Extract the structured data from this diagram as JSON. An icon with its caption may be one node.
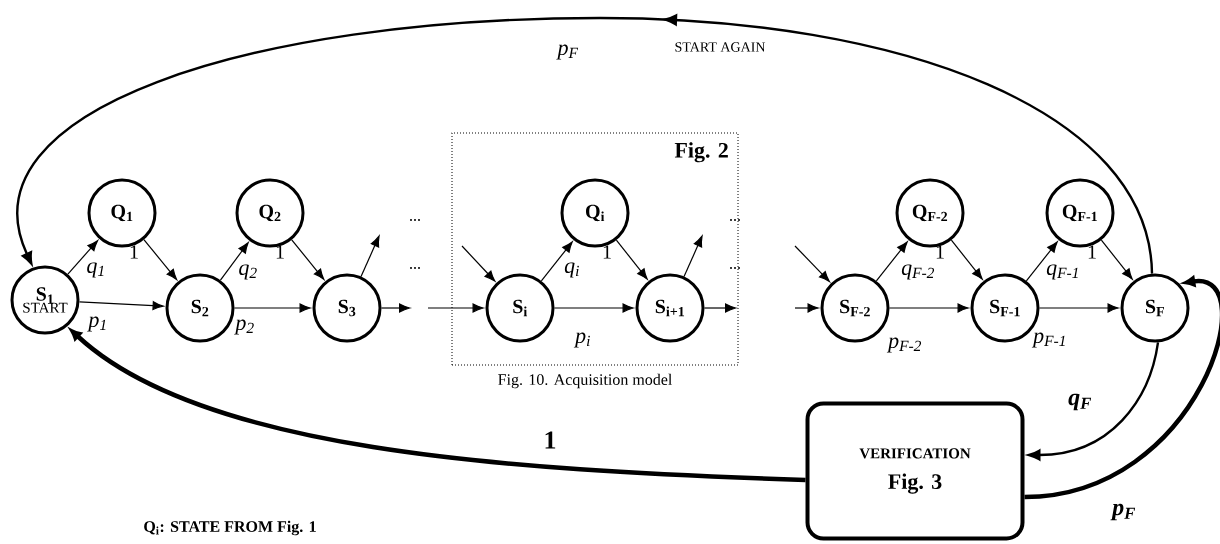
{
  "diagram": {
    "caption": "Fig. 10. Acquisition model",
    "nodes": [
      {
        "text": [
          "S$_{1}$",
          "START"
        ]
      },
      {
        "text": [
          "Q$_{1}$"
        ]
      },
      {
        "text": [
          "S$_{2}$"
        ]
      },
      {
        "text": [
          "Q$_{2}$"
        ]
      },
      {
        "text": [
          "S$_{3}$"
        ]
      },
      {
        "text": [
          "Fig. 2"
        ]
      },
      {
        "text": [
          "S$_{i}$"
        ],
        "in": 5
      },
      {
        "text": [
          "Q$_{i}$"
        ],
        "in": 5
      },
      {
        "text": [
          "S$_{i+1}$"
        ],
        "in": 5
      },
      {
        "text": [
          "S$_{F-2}$"
        ]
      },
      {
        "text": [
          "Q$_{F-2}$"
        ]
      },
      {
        "text": [
          "S$_{F-1}$"
        ]
      },
      {
        "text": [
          "Q$_{F-1}$"
        ]
      },
      {
        "text": [
          "S$_{F}$"
        ]
      },
      {
        "text": [
          "VERIFICATION",
          "Fig. 3"
        ]
      }
    ],
    "edges": [
      {
        "from": 0,
        "to": 1,
        "arrow": "to",
        "label": "q$_{1}$"
      },
      {
        "from": 1,
        "to": 2,
        "arrow": "to",
        "label": "1"
      },
      {
        "from": 0,
        "to": 2,
        "arrow": "to",
        "label": "p$_{1}$"
      },
      {
        "from": 2,
        "to": 3,
        "arrow": "to",
        "label": "q$_{2}$"
      },
      {
        "from": 3,
        "to": 4,
        "arrow": "to",
        "label": "1"
      },
      {
        "from": 2,
        "to": 4,
        "arrow": "to",
        "label": "p$_{2}$"
      },
      {
        "from": 4,
        "to": null,
        "arrow": "to"
      },
      {
        "from": 4,
        "to": null,
        "arrow": "to"
      },
      {
        "from": null,
        "to": 6,
        "arrow": "to"
      },
      {
        "from": null,
        "to": 6,
        "arrow": "to"
      },
      {
        "from": 6,
        "to": 7,
        "arrow": "to",
        "label": "q$_{i}$"
      },
      {
        "from": 7,
        "to": 8,
        "arrow": "to",
        "label": "1"
      },
      {
        "from": 6,
        "to": 8,
        "arrow": "to",
        "label": "p$_{i}$"
      },
      {
        "from": 8,
        "to": null,
        "arrow": "to"
      },
      {
        "from": 8,
        "to": null,
        "arrow": "to"
      },
      {
        "from": null,
        "to": 9,
        "arrow": "to"
      },
      {
        "from": null,
        "to": 9,
        "arrow": "to"
      },
      {
        "from": 9,
        "to": 10,
        "arrow": "to",
        "label": "q$_{F-2}$"
      },
      {
        "from": 10,
        "to": 11,
        "arrow": "to",
        "label": "1"
      },
      {
        "from": 9,
        "to": 11,
        "arrow": "to",
        "label": "p$_{F-2}$"
      },
      {
        "from": 11,
        "to": 12,
        "arrow": "to",
        "label": "q$_{F-1}$"
      },
      {
        "from": 12,
        "to": 13,
        "arrow": "to",
        "label": "1"
      },
      {
        "from": 11,
        "to": 13,
        "arrow": "to",
        "label": "p$_{F-1}$"
      },
      {
        "from": 13,
        "to": 0,
        "arrow": "to",
        "label": "p$_{F}$"
      },
      {
        "from": 13,
        "to": 14,
        "arrow": "to",
        "label": "q$_{F}$"
      },
      {
        "from": 14,
        "to": 0,
        "arrow": "to",
        "label": "1",
        "style": "thick"
      },
      {
        "from": 14,
        "to": 13,
        "arrow": "to",
        "label": "p$_{F}$",
        "style": "thick"
      }
    ],
    "labels": [
      "START AGAIN",
      "...",
      "...",
      "...",
      "...",
      "Q$_{i}$: STATE FROM Fig. 1"
    ]
  }
}
